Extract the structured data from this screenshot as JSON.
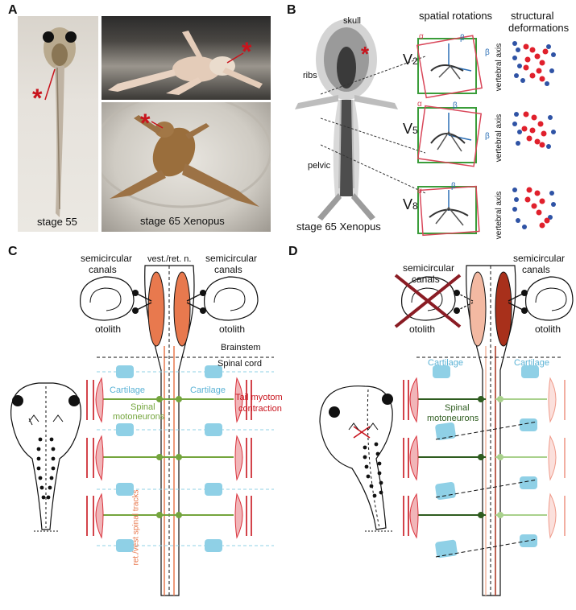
{
  "panels": {
    "a": {
      "letter": "A",
      "stage55_caption": "stage 55",
      "stage65_caption": "stage 65 Xenopus",
      "marker": "*"
    },
    "b": {
      "letter": "B",
      "skull": "skull",
      "ribs": "ribs",
      "pelvic": "pelvic",
      "caption": "stage 65 Xenopus",
      "marker": "*",
      "col_rotations": "spatial rotations",
      "col_deformations_1": "structural",
      "col_deformations_2": "deformations",
      "vertebrae": [
        {
          "label": "V",
          "sub": "2"
        },
        {
          "label": "V",
          "sub": "5"
        },
        {
          "label": "V",
          "sub": "8"
        }
      ],
      "alpha": "α",
      "beta": "β",
      "vertebral_axis": "vertebral axis"
    },
    "c": {
      "letter": "C",
      "semicircular_1": "semicircular",
      "semicircular_2": "canals",
      "otolith": "otolith",
      "nuclei": "vest./ret. n.",
      "brainstem": "Brainstem",
      "spinal_cord": "Spinal cord",
      "cartilage": "Cartilage",
      "motoneurons_1": "Spinal",
      "motoneurons_2": "motoneurons",
      "tail_1": "Tail myotom",
      "tail_2": "contraction",
      "tracks": "ret./vest spinal tracks"
    },
    "d": {
      "letter": "D",
      "semicircular_1": "semicircular",
      "semicircular_2": "canals",
      "otolith": "otolith",
      "cartilage": "Cartilage",
      "motoneurons_1": "Spinal",
      "motoneurons_2": "motoneurons"
    }
  },
  "colors": {
    "nucleus": "#e8794e",
    "nucleus_pale": "#f3b9a2",
    "nucleus_dark": "#a8301b",
    "cartilage": "#8fd0e6",
    "cartilage_text": "#5bb3d6",
    "green": "#74a53d",
    "dark_green": "#2e5c1f",
    "light_green": "#a9d18c",
    "red": "#c8141d",
    "muscle": "#d9323c",
    "tracks": "#e8794e"
  }
}
